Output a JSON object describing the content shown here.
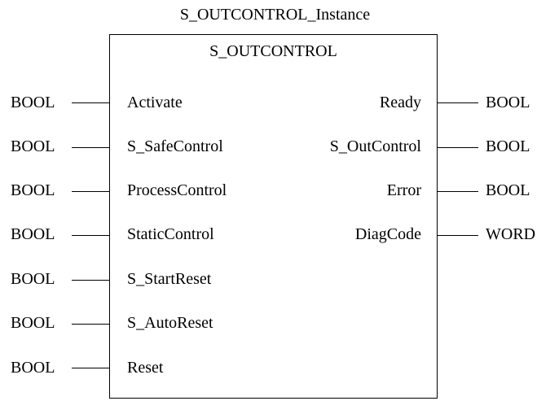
{
  "instance_name": "S_OUTCONTROL_Instance",
  "block_type": "S_OUTCONTROL",
  "inputs": [
    {
      "type": "BOOL",
      "name": "Activate"
    },
    {
      "type": "BOOL",
      "name": "S_SafeControl"
    },
    {
      "type": "BOOL",
      "name": "ProcessControl"
    },
    {
      "type": "BOOL",
      "name": "StaticControl"
    },
    {
      "type": "BOOL",
      "name": "S_StartReset"
    },
    {
      "type": "BOOL",
      "name": "S_AutoReset"
    },
    {
      "type": "BOOL",
      "name": "Reset"
    }
  ],
  "outputs": [
    {
      "type": "BOOL",
      "name": "Ready"
    },
    {
      "type": "BOOL",
      "name": "S_OutControl"
    },
    {
      "type": "BOOL",
      "name": "Error"
    },
    {
      "type": "WORD",
      "name": "DiagCode"
    }
  ]
}
